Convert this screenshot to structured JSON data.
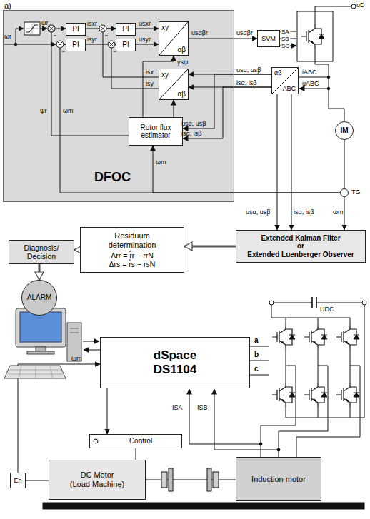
{
  "diagram": {
    "nodes": [
      {
        "text": [
          "DFOC"
        ]
      },
      {
        "text": [
          "PI"
        ],
        "in": 0
      },
      {
        "text": [
          "PI"
        ],
        "in": 0
      },
      {
        "text": [
          "PI"
        ],
        "in": 0
      },
      {
        "text": [
          "PI"
        ],
        "in": 0
      },
      {
        "text": [
          "xy",
          "αβ"
        ],
        "in": 0
      },
      {
        "text": [
          "xy",
          "αβ"
        ],
        "in": 0
      },
      {
        "text": [
          "Rotor flux estimator"
        ],
        "in": 0
      },
      {
        "text": [
          "SVM"
        ]
      },
      {
        "text": [
          "αβ",
          "ABC"
        ]
      },
      {
        "text": [
          "IM"
        ]
      },
      {
        "text": [
          "TG"
        ]
      },
      {
        "text": [
          "Extended Kalman Filter",
          "or",
          "Extended Luenberger Observer"
        ]
      },
      {
        "text": [
          "Residuum determination",
          "Δrr = r̂r − rrN",
          "Δrs = r̂s − rsN"
        ]
      },
      {
        "text": [
          "Diagnosis/ Decision"
        ]
      },
      {
        "text": [
          "ALARM"
        ]
      },
      {
        "text": [
          "dSpace",
          "DS1104"
        ]
      },
      {
        "text": [
          "Control"
        ]
      },
      {
        "text": [
          "En"
        ]
      },
      {
        "text": [
          "DC Motor",
          "(Load Machine)"
        ]
      },
      {
        "text": [
          "Induction motor"
        ]
      }
    ],
    "edges": [
      {
        "from": 1,
        "to": 2,
        "arrow": "to",
        "label": "isxr"
      },
      {
        "from": 3,
        "to": 4,
        "arrow": "to",
        "label": "isyr"
      },
      {
        "from": 2,
        "to": 5,
        "arrow": "to",
        "label": "usxr"
      },
      {
        "from": 4,
        "to": 5,
        "arrow": "to",
        "label": "usyr"
      },
      {
        "from": 5,
        "to": 8,
        "arrow": "to",
        "label": "usαβr"
      },
      {
        "from": 9,
        "to": 6,
        "arrow": "to",
        "label": "usα, usβ"
      },
      {
        "from": 9,
        "to": 6,
        "arrow": "to",
        "label": "isα, isβ"
      },
      {
        "from": 6,
        "to": 2,
        "arrow": "to",
        "label": "isx"
      },
      {
        "from": 6,
        "to": 4,
        "arrow": "to",
        "label": "isy"
      },
      {
        "from": 9,
        "to": 7,
        "arrow": "to",
        "label": "usα, usβ"
      },
      {
        "from": 9,
        "to": 7,
        "arrow": "to",
        "label": "isα, isβ"
      },
      {
        "from": 7,
        "to": 1,
        "arrow": "to",
        "label": "ψr"
      },
      {
        "from": 7,
        "to": 5,
        "arrow": "to",
        "label": "γsψ"
      },
      {
        "from": 7,
        "to": 6,
        "arrow": "to"
      },
      {
        "from": 11,
        "to": 3,
        "arrow": "to",
        "label": "ωm"
      },
      {
        "from": 11,
        "to": 7,
        "arrow": "to",
        "label": "ωm"
      },
      {
        "from": 9,
        "to": 12,
        "arrow": "to",
        "label": "usα, usβ"
      },
      {
        "from": 9,
        "to": 12,
        "arrow": "to",
        "label": "isα, isβ"
      },
      {
        "from": 11,
        "to": 12,
        "arrow": "to",
        "label": "ωm"
      },
      {
        "from": 10,
        "to": 11,
        "arrow": "none"
      },
      {
        "from": 12,
        "to": 13,
        "arrow": "to"
      },
      {
        "from": 13,
        "to": 14,
        "arrow": "to"
      },
      {
        "from": 14,
        "to": 15,
        "arrow": "to"
      },
      {
        "from": 18,
        "to": 16,
        "arrow": "to",
        "label": "ωm"
      },
      {
        "from": 16,
        "to": 17,
        "arrow": "to"
      },
      {
        "from": 17,
        "to": 19,
        "arrow": "none"
      },
      {
        "from": 18,
        "to": 19,
        "arrow": "none"
      },
      {
        "from": 19,
        "to": 20,
        "arrow": "none"
      }
    ],
    "labels": [
      "a)",
      "ωr",
      "ψr",
      "usαβr",
      "SA",
      "SB",
      "SC",
      "uD",
      "iABC",
      "uABC",
      "UDC",
      "a",
      "b",
      "c",
      "ISA",
      "ISB"
    ]
  }
}
